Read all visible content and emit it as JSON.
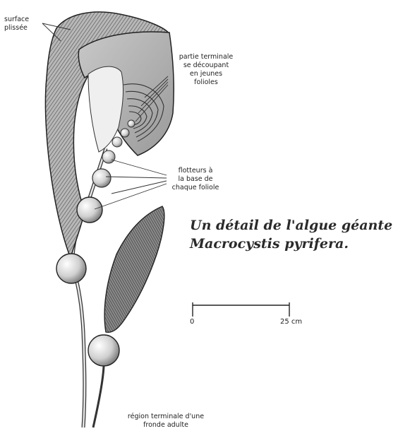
{
  "labels": {
    "surface": [
      "surface",
      "plissée"
    ],
    "terminal": [
      "partie terminale",
      "se découpant",
      "en jeunes",
      "folioles"
    ],
    "floats": [
      "flotteurs à",
      "la base de",
      "chaque foliole"
    ],
    "frond": [
      "région terminale d'une",
      "fronde adulte"
    ]
  },
  "caption": {
    "line1": "Un détail de l'algue géante",
    "line2": "Macrocystis pyrifera."
  },
  "scale": {
    "start": "0",
    "end": "25 cm"
  },
  "colors": {
    "ink": "#1a1a1a",
    "shade": "#8c8c8c",
    "light": "#d9d9d9",
    "background": "#ffffff"
  }
}
